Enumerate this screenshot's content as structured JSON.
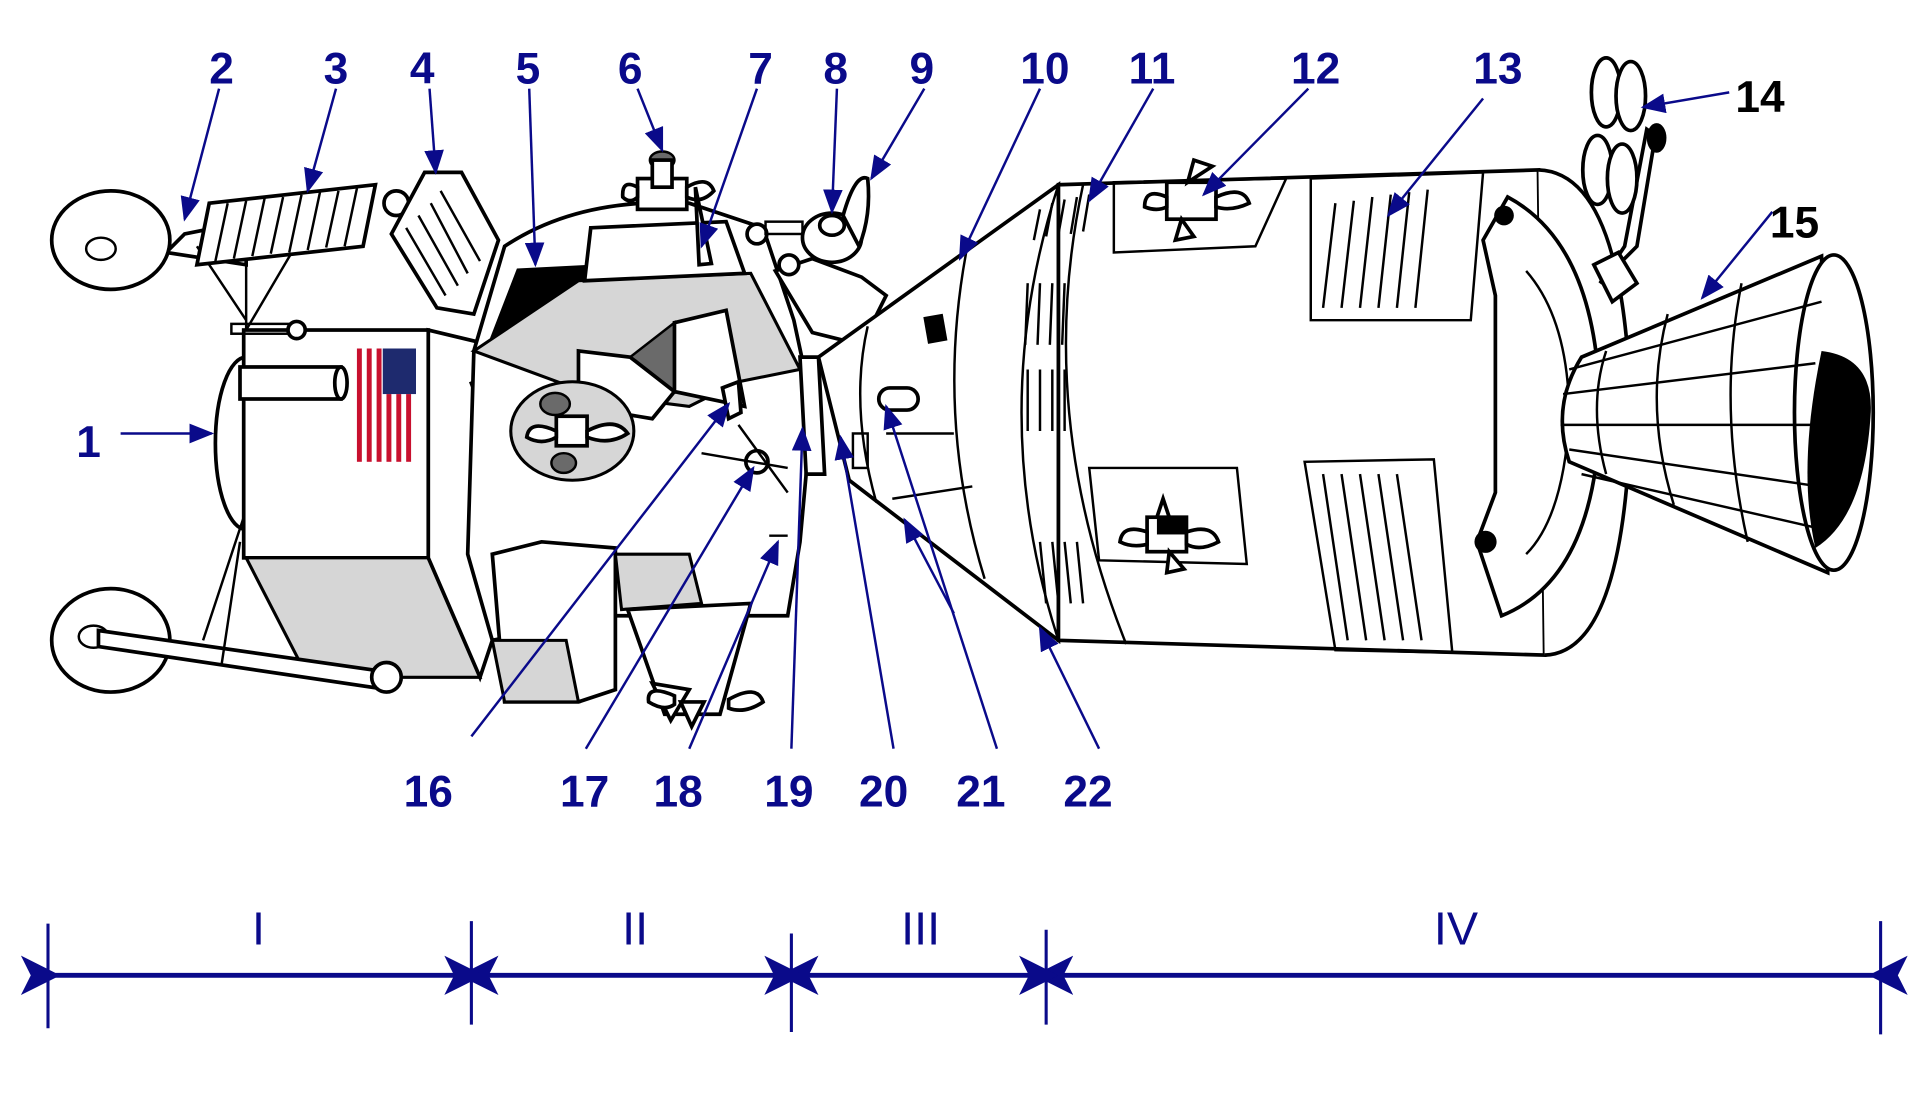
{
  "title": "Apollo spacecraft (LM docked to CSM) labelled diagram",
  "callouts": [
    "1",
    "2",
    "3",
    "4",
    "5",
    "6",
    "7",
    "8",
    "9",
    "10",
    "11",
    "12",
    "13",
    "14",
    "15",
    "16",
    "17",
    "18",
    "19",
    "20",
    "21",
    "22"
  ],
  "sections": [
    "I",
    "II",
    "III",
    "IV"
  ],
  "colors": {
    "label": "#0a0a8a",
    "outline": "#000000",
    "shade": "#d6d6d6"
  }
}
